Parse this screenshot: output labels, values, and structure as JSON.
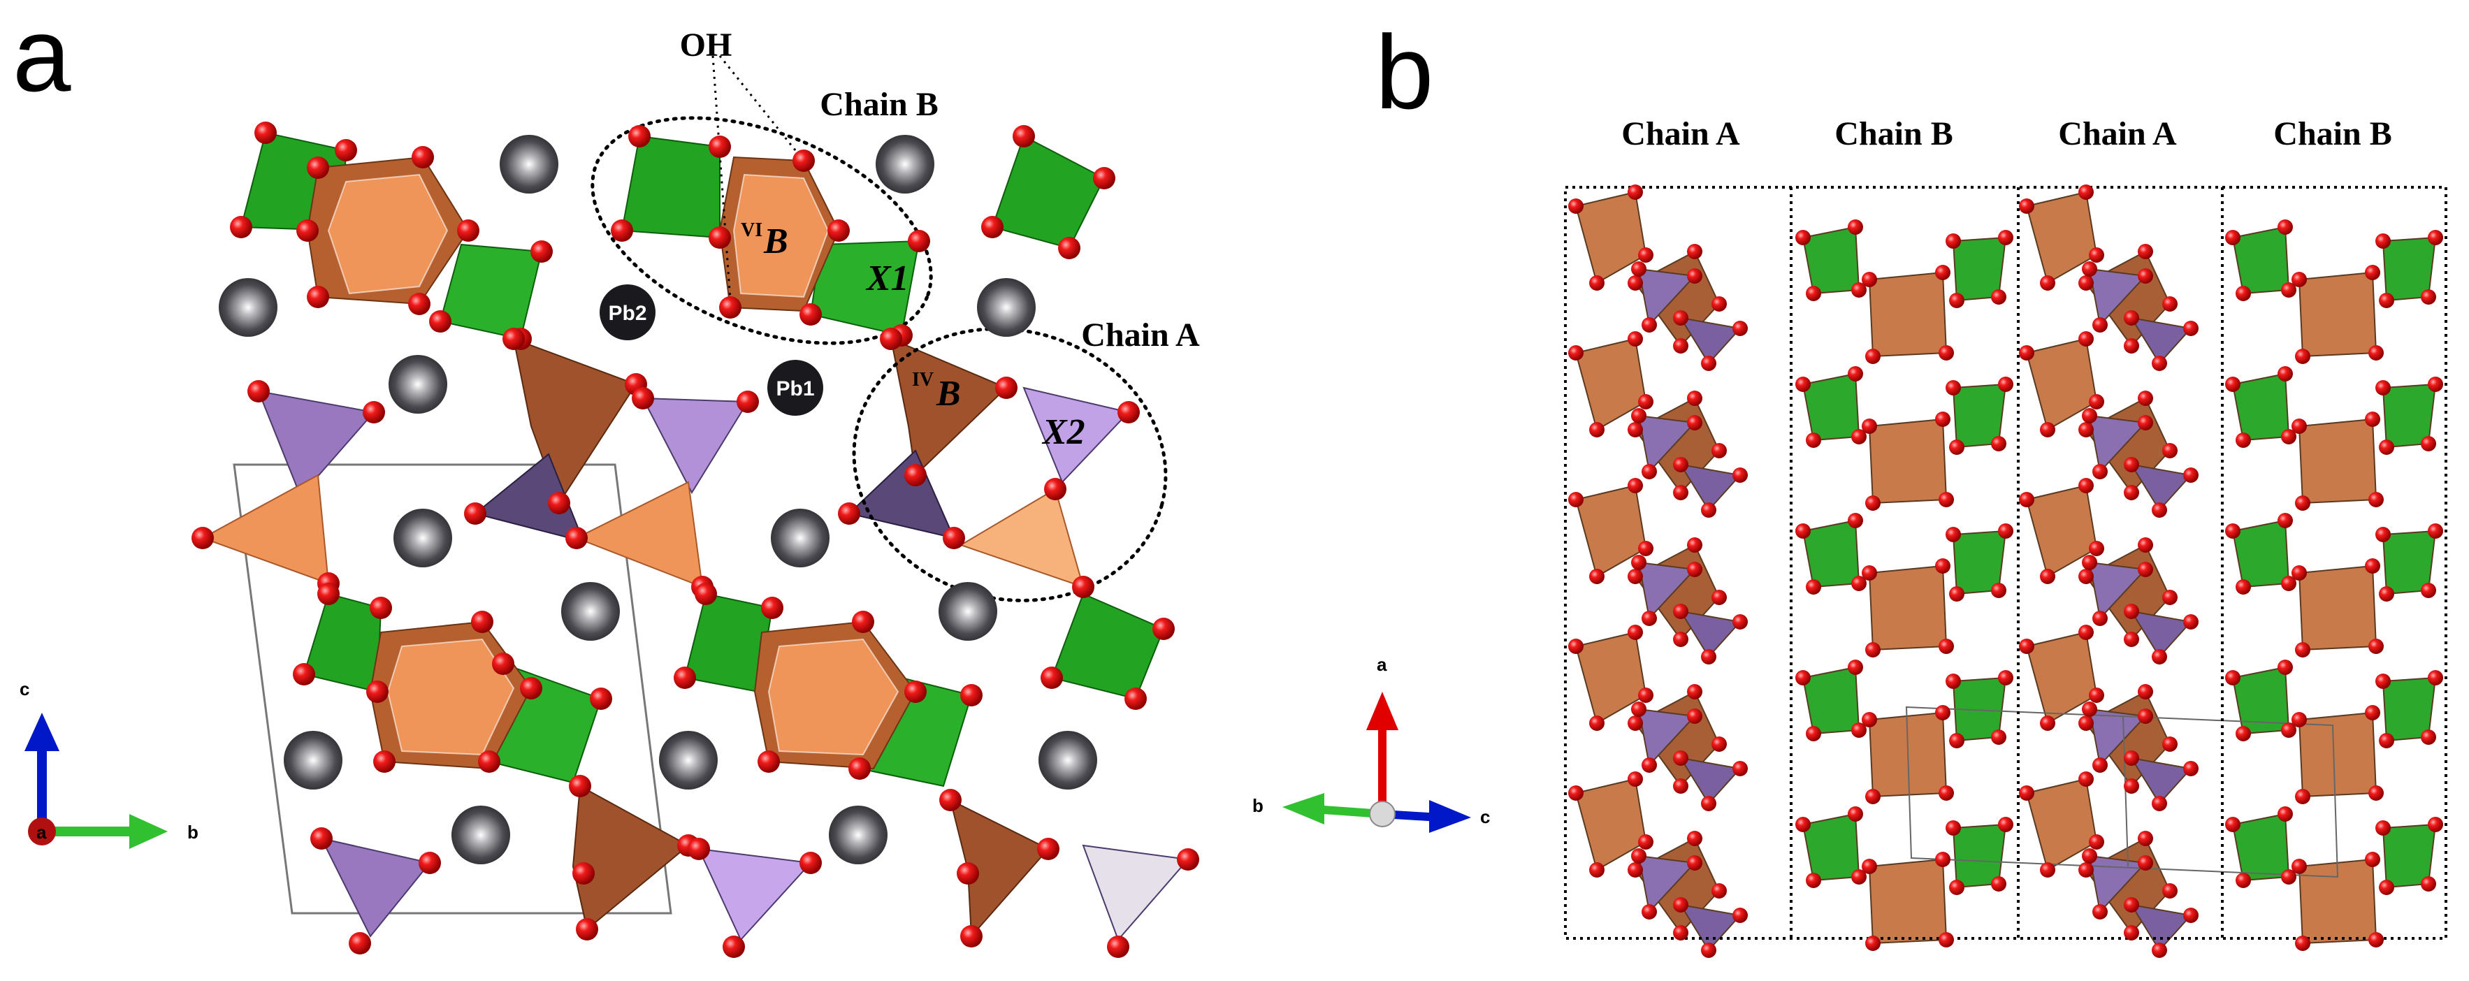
{
  "panel_a": {
    "letter": "a",
    "oh_label": "OH",
    "chain_b_label": "Chain B",
    "chain_a_label": "Chain A",
    "vi_b": {
      "superscript": "VI",
      "symbol": "B"
    },
    "iv_b": {
      "superscript": "IV",
      "symbol": "B"
    },
    "x1": "X1",
    "x2": "X2",
    "pb1": "Pb1",
    "pb2": "Pb2",
    "axes": {
      "vertical": "c",
      "horizontal": "b",
      "origin": "a"
    }
  },
  "panel_b": {
    "letter": "b",
    "column_headers": [
      "Chain A",
      "Chain B",
      "Chain A",
      "Chain B"
    ],
    "axes": {
      "vertical": "a",
      "left": "b",
      "right": "c"
    }
  },
  "colors": {
    "oxygen": "#e00000",
    "lead": "#3a3a40",
    "octahedron_green": "#22a322",
    "brown": "#b5602e",
    "orange": "#f0955a",
    "purple": "#9a78c0",
    "axis_red": "#e00000",
    "axis_green": "#30c030",
    "axis_blue": "#0018c8"
  }
}
